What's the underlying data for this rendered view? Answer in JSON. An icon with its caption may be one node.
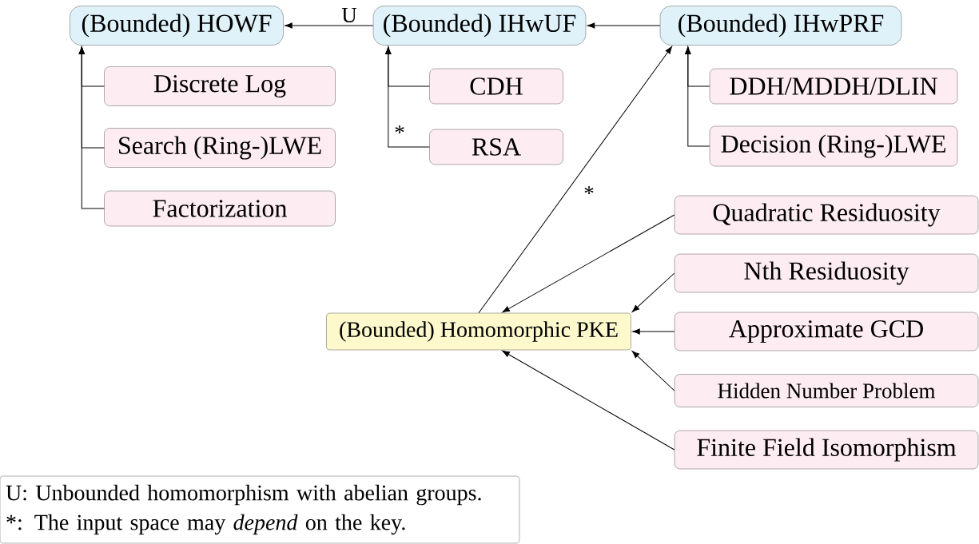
{
  "diagram": {
    "nodes": [
      {
        "text": [
          "(Bounded) HOWF"
        ]
      },
      {
        "text": [
          "(Bounded) IHwUF"
        ]
      },
      {
        "text": [
          "(Bounded) IHwPRF"
        ]
      },
      {
        "text": [
          "Discrete Log"
        ]
      },
      {
        "text": [
          "Search (Ring-)LWE"
        ]
      },
      {
        "text": [
          "Factorization"
        ]
      },
      {
        "text": [
          "CDH"
        ]
      },
      {
        "text": [
          "RSA"
        ]
      },
      {
        "text": [
          "DDH/MDDH/DLIN"
        ]
      },
      {
        "text": [
          "Decision (Ring-)LWE"
        ]
      },
      {
        "text": [
          "Quadratic Residuosity"
        ]
      },
      {
        "text": [
          "Nth Residuosity"
        ]
      },
      {
        "text": [
          "Approximate GCD"
        ]
      },
      {
        "text": [
          "Hidden Number Problem"
        ]
      },
      {
        "text": [
          "Finite Field Isomorphism"
        ]
      },
      {
        "text": [
          "(Bounded) Homomorphic PKE"
        ]
      },
      {
        "text": [
          "U: Unbounded homomorphism with abelian groups.",
          "*: The input space may *depend* on the key."
        ]
      }
    ],
    "edges": [
      {
        "from": 1,
        "to": 0,
        "arrow": "to",
        "label": "U"
      },
      {
        "from": 2,
        "to": 1,
        "arrow": "to"
      },
      {
        "from": 3,
        "to": 0,
        "arrow": "to"
      },
      {
        "from": 4,
        "to": 0,
        "arrow": "to"
      },
      {
        "from": 5,
        "to": 0,
        "arrow": "to"
      },
      {
        "from": 6,
        "to": 1,
        "arrow": "to"
      },
      {
        "from": 7,
        "to": 1,
        "arrow": "to",
        "label": "*"
      },
      {
        "from": 8,
        "to": 2,
        "arrow": "to"
      },
      {
        "from": 9,
        "to": 2,
        "arrow": "to"
      },
      {
        "from": 15,
        "to": 2,
        "arrow": "to",
        "label": "*"
      },
      {
        "from": 10,
        "to": 15,
        "arrow": "to"
      },
      {
        "from": 11,
        "to": 15,
        "arrow": "to"
      },
      {
        "from": 12,
        "to": 15,
        "arrow": "to"
      },
      {
        "from": 13,
        "to": 15,
        "arrow": "to"
      },
      {
        "from": 14,
        "to": 15,
        "arrow": "to"
      }
    ]
  }
}
